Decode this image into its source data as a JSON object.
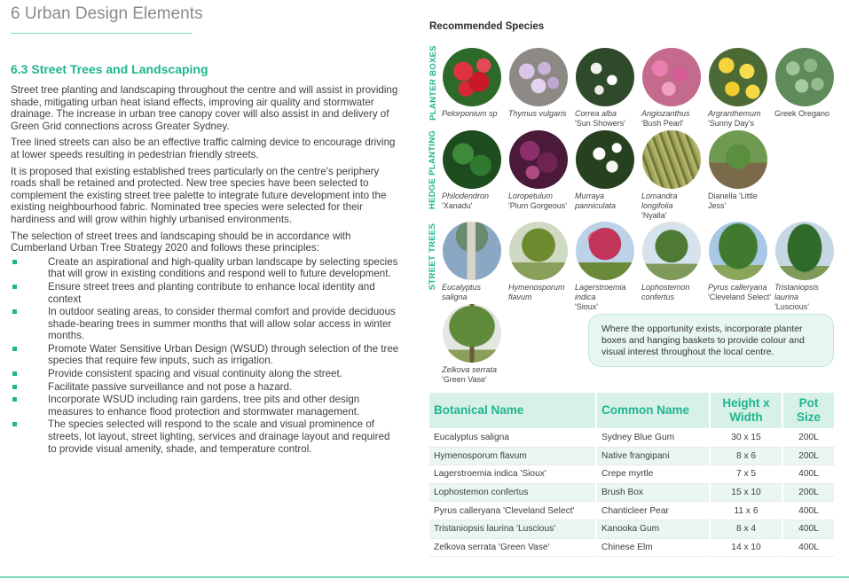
{
  "page": {
    "title": "6 Urban Design Elements",
    "section_heading": "6.3 Street Trees and Landscaping",
    "paragraphs": [
      "Street tree planting and landscaping throughout the centre and will assist in providing shade, mitigating urban heat island effects, improving air quality and stormwater drainage. The increase in urban tree canopy cover will also assist in and delivery of Green Grid connections across Greater Sydney.",
      "Tree lined streets can also be an effective traffic calming device to encourage driving at lower speeds resulting in pedestrian friendly streets.",
      "It is proposed that existing established trees particularly on the centre's periphery roads shall be retained and protected. New tree species have been selected to complement the existing street tree palette to integrate future development into the existing neighbourhood fabric. Nominated tree species were selected for their hardiness and will grow within highly urbanised environments.",
      "The selection of street trees and landscaping should be in accordance with Cumberland Urban Tree Strategy 2020 and follows these principles:"
    ],
    "bullets": [
      "Create an aspirational and high-quality urban landscape by selecting species that will grow in existing conditions and respond well to future development.",
      "Ensure street trees and planting contribute to enhance local identity and context",
      "In outdoor seating areas, to consider thermal comfort and provide deciduous shade-bearing trees in summer months that will allow solar access in winter months.",
      "Promote Water Sensitive Urban Design (WSUD) through selection of the tree species that require few inputs, such as irrigation.",
      "Provide consistent spacing and visual continuity along the street.",
      "Facilitate passive surveillance and not pose a hazard.",
      "Incorporate WSUD including rain gardens, tree pits and other design measures to enhance flood protection and stormwater management.",
      "The species selected will respond to the scale and visual prominence of streets, lot layout, street lighting, services and drainage layout and required to provide visual amenity, shade, and temperature control."
    ]
  },
  "recommended": {
    "title": "Recommended Species",
    "rows": [
      {
        "label": "PLANTER BOXES",
        "items": [
          {
            "sci": "Pelorponium sp",
            "common": "",
            "icon": "red-flower-icon"
          },
          {
            "sci": "Thymus vulgaris",
            "common": "",
            "icon": "thyme-icon"
          },
          {
            "sci": "Correa alba",
            "common": "'Sun Showers'",
            "icon": "white-flower-icon"
          },
          {
            "sci": "Angiozanthus",
            "common": "'Bush Pearl'",
            "icon": "pink-flower-icon"
          },
          {
            "sci": "Argranthemum",
            "common": "'Sunny Day's",
            "icon": "yellow-daisy-icon"
          },
          {
            "sci": "",
            "common": "Greek Oregano",
            "icon": "oregano-icon"
          }
        ]
      },
      {
        "label": "HEDGE PLANTING",
        "items": [
          {
            "sci": "Philodendron",
            "common": "'Xanadu'",
            "icon": "leafy-shrub-icon"
          },
          {
            "sci": "Loropetulum",
            "common": "'Plum Gorgeous'",
            "icon": "purple-shrub-icon"
          },
          {
            "sci": "Murraya panniculata",
            "common": "",
            "icon": "jasmine-flower-icon"
          },
          {
            "sci": "Lomandra longifolia",
            "common": "'Nyalla'",
            "icon": "grass-icon"
          },
          {
            "sci": "",
            "common": "Dianella 'Little Jess'",
            "icon": "strappy-plant-icon"
          }
        ]
      },
      {
        "label": "STREET TREES",
        "items": [
          {
            "sci": "Eucalyptus saligna",
            "common": "",
            "icon": "gum-tree-icon"
          },
          {
            "sci": "Hymenosporum flavum",
            "common": "",
            "icon": "tree-icon"
          },
          {
            "sci": "Lagerstroemia indica",
            "common": "'Sioux'",
            "icon": "crepe-myrtle-icon"
          },
          {
            "sci": "Lophostemon confertus",
            "common": "",
            "icon": "tree-icon"
          },
          {
            "sci": "Pyrus calleryana",
            "common": "'Cleveland Select'",
            "icon": "pear-tree-icon"
          },
          {
            "sci": "Tristaniopsis laurina",
            "common": "'Luscious'",
            "icon": "tree-icon"
          }
        ]
      },
      {
        "label": "",
        "items": [
          {
            "sci": "Zelkova serrata",
            "common": "'Green Vase'",
            "icon": "zelkova-tree-icon"
          }
        ]
      }
    ]
  },
  "callout": "Where the opportunity exists, incorporate planter boxes and hanging baskets to provide colour and visual interest throughout the local centre.",
  "table": {
    "headers": [
      "Botanical Name",
      "Common Name",
      "Height x Width",
      "Pot Size"
    ],
    "rows": [
      [
        "Eucalyptus saligna",
        "Sydney Blue Gum",
        "30 x 15",
        "200L"
      ],
      [
        "Hymenosporum flavum",
        "Native frangipani",
        "8 x 6",
        "200L"
      ],
      [
        "Lagerstroemia indica 'Sioux'",
        "Crepe myrtle",
        "7 x 5",
        "400L"
      ],
      [
        "Lophostemon confertus",
        "Brush Box",
        "15 x 10",
        "200L"
      ],
      [
        "Pyrus calleryana 'Cleveland Select'",
        "Chanticleer Pear",
        "11 x 6",
        "400L"
      ],
      [
        "Tristaniopsis laurina 'Luscious'",
        "Kanooka Gum",
        "8 x 4",
        "400L"
      ],
      [
        "Zelkova serrata 'Green Vase'",
        "Chinese Elm",
        "14 x 10",
        "400L"
      ]
    ]
  },
  "colors": {
    "accent": "#1fb58f",
    "rule": "#7fd6bf",
    "table_header_bg": "#d8f1e7",
    "callout_bg": "#e8f6f0"
  }
}
